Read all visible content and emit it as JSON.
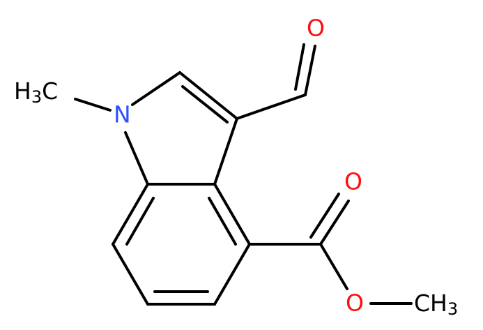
{
  "molecule": {
    "atoms": {
      "methyl_n": {
        "main": "H",
        "sub": "3",
        "tail": "C"
      },
      "nitrogen": "N",
      "aldehyde_o": "O",
      "carbonyl_o": "O",
      "ester_o": "O",
      "methyl_o": {
        "main": "CH",
        "sub": "3"
      }
    },
    "colors": {
      "bond": "#000000",
      "carbon_hydrogen": "#000000",
      "nitrogen": "#3050F8",
      "oxygen": "#FF0D0D"
    }
  }
}
